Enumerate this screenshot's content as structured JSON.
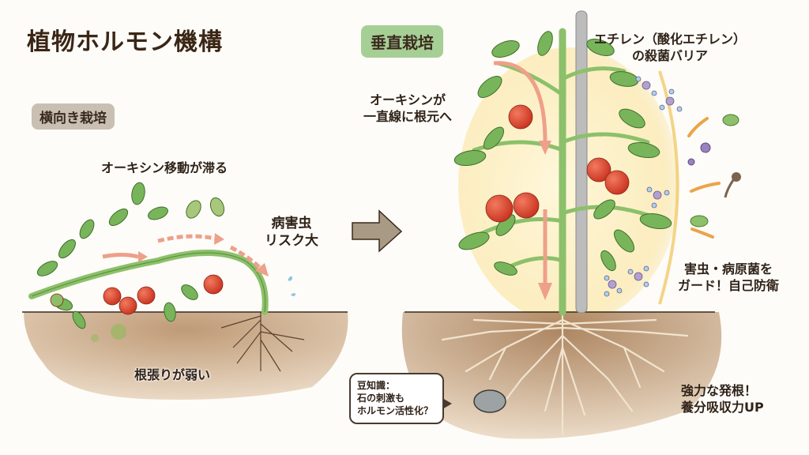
{
  "title": "植物ホルモン機構",
  "left_panel": {
    "tag": "横向き栽培",
    "labels": {
      "auxin_stalled": "オーキシン移動が滞る",
      "pest_risk_line1": "病害虫",
      "pest_risk_line2": "リスク大",
      "weak_roots": "根張りが弱い"
    }
  },
  "center_arrow": {
    "icon": "right-arrow-icon",
    "color": "#a89a84"
  },
  "right_panel": {
    "tag": "垂直栽培",
    "labels": {
      "auxin_line1": "オーキシンが",
      "auxin_line2": "一直線に根元へ",
      "ethylene_line1": "エチレン（酸化エチレン）",
      "ethylene_line2": "の殺菌バリア",
      "guard_line1": "害虫・病原菌を",
      "guard_line2": "ガード！自己防衛",
      "strong_line1": "強力な発根！",
      "strong_line2": "養分吸収力UP"
    },
    "trivia_bubble": {
      "line1": "豆知識：",
      "line2": "石の刺激も",
      "line3": "ホルモン活性化？"
    }
  },
  "colors": {
    "title": "#3b2616",
    "tag_side_bg": "#c9bfb3",
    "tag_vert_bg": "#a6cf95",
    "leaf": "#6aa84f",
    "stem": "#8cc06a",
    "tomato": "#d9412f",
    "soil": "#c9a77f",
    "auxin_arrow": "#eea08a",
    "barrier_glow": "#f6d77a",
    "pest_arrow": "#eba44a",
    "stake": "#b8b8b8"
  }
}
